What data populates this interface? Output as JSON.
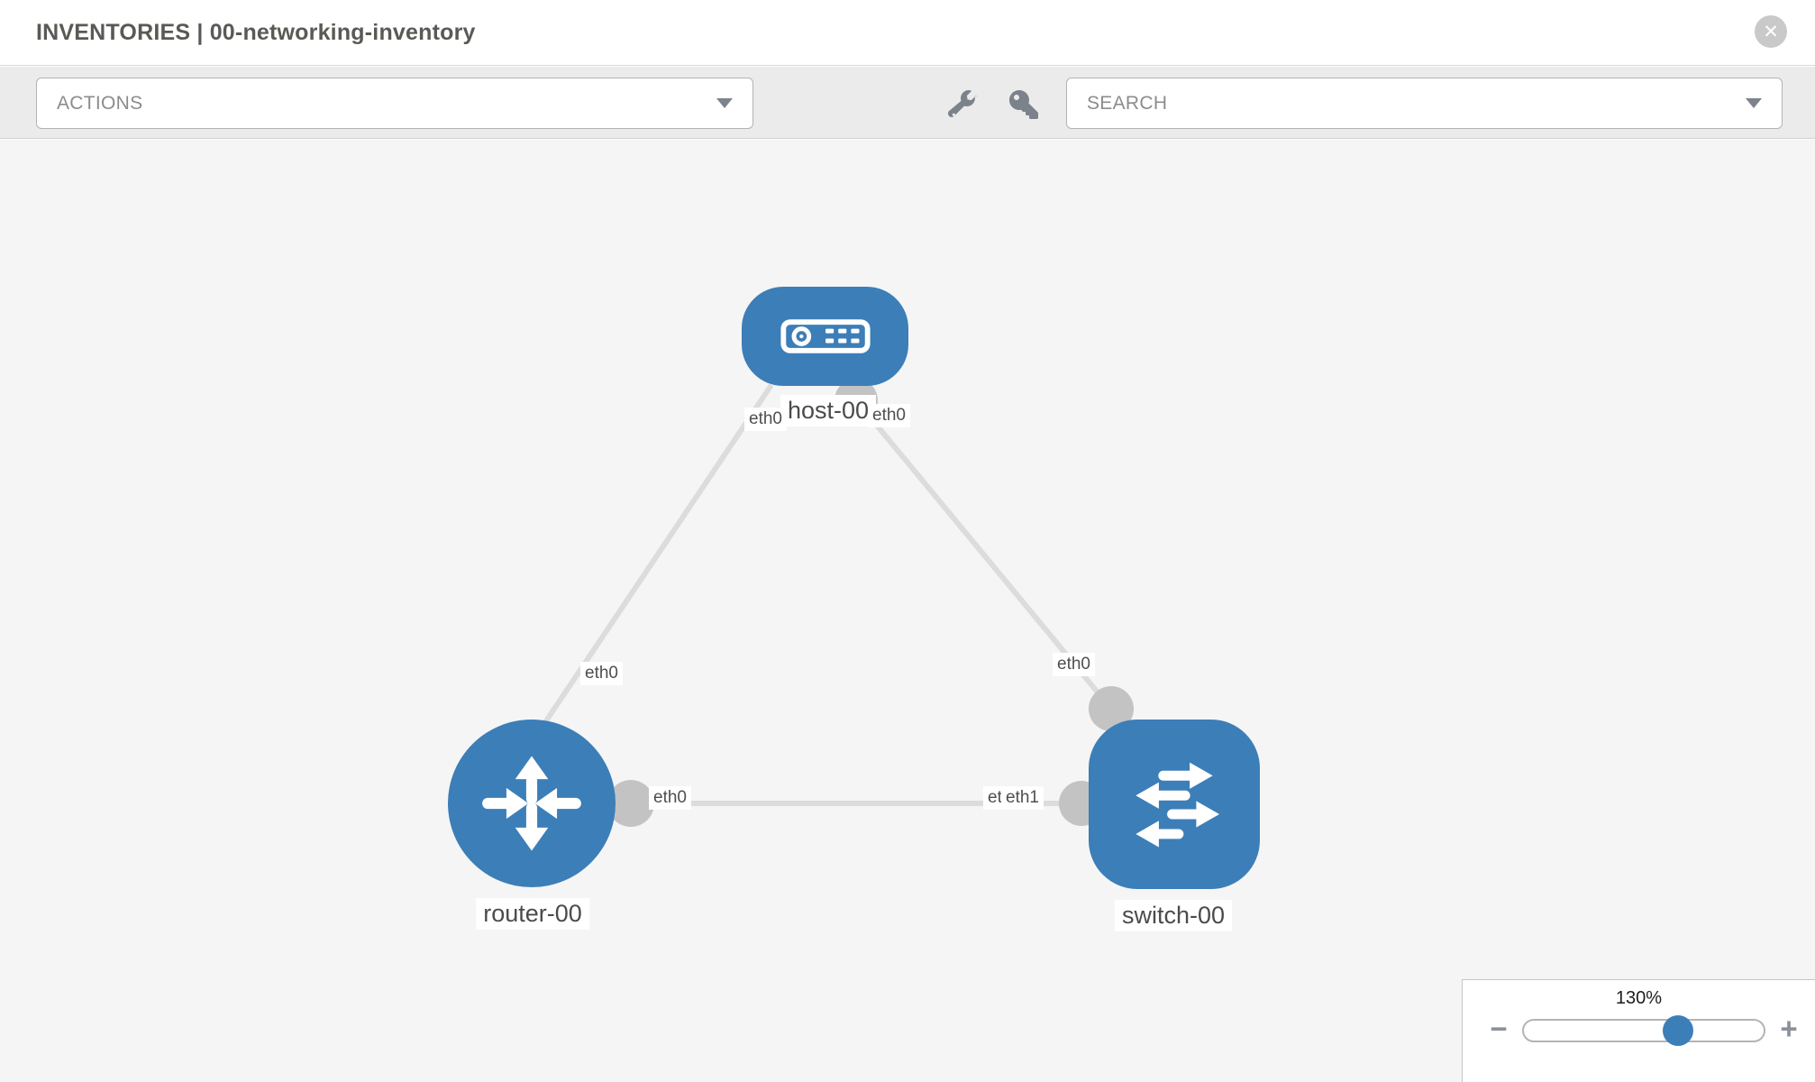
{
  "header": {
    "title": "INVENTORIES | 00-networking-inventory",
    "close_glyph": "✕"
  },
  "toolbar": {
    "actions_label": "ACTIONS",
    "search_label": "SEARCH",
    "icons": [
      "wrench-icon",
      "key-icon"
    ]
  },
  "topology": {
    "nodes": [
      {
        "name": "host-00",
        "type": "host"
      },
      {
        "name": "router-00",
        "type": "router"
      },
      {
        "name": "switch-00",
        "type": "switch"
      }
    ],
    "links": [
      {
        "source": "host-00",
        "source_if": "eth0",
        "target": "router-00",
        "target_if": "eth0"
      },
      {
        "source": "host-00",
        "source_if": "eth0",
        "target": "switch-00",
        "target_if": "eth0"
      },
      {
        "source": "router-00",
        "source_if": "eth0",
        "target": "switch-00",
        "target_if": "eth1",
        "target_if_overlapped": "eth0"
      }
    ]
  },
  "zoom_control": {
    "level": "130%",
    "minus_glyph": "−",
    "plus_glyph": "+"
  },
  "colors": {
    "node_blue": "#3c7eb8",
    "edge_gray": "#dcdcdc",
    "port_gray": "#c3c3c3",
    "toolbar_bg": "#ebebeb",
    "canvas_bg": "#f5f5f5"
  }
}
